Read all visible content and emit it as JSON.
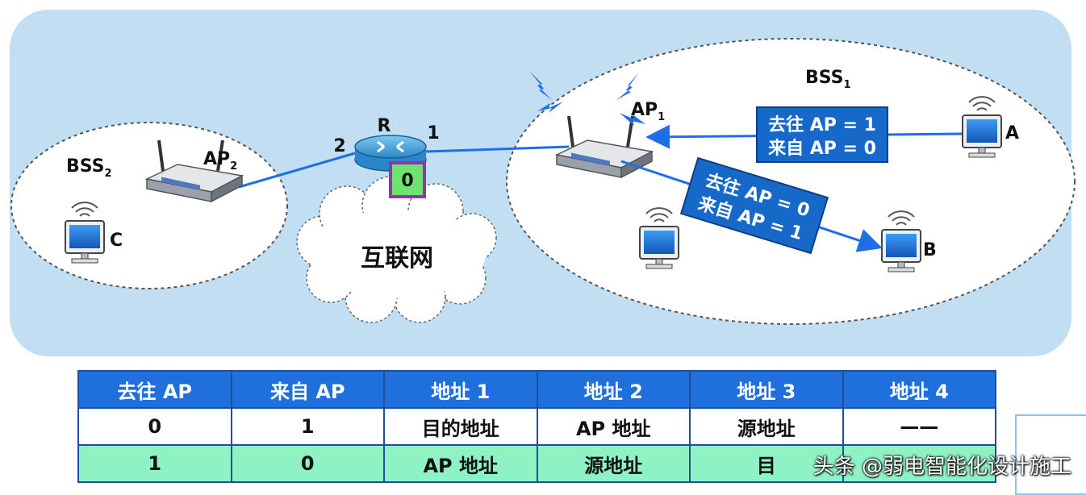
{
  "labels": {
    "bss1": "BSS",
    "bss1_sub": "1",
    "bss2": "BSS",
    "bss2_sub": "2",
    "ap1": "AP",
    "ap1_sub": "1",
    "ap2": "AP",
    "ap2_sub": "2",
    "router": "R",
    "port1": "1",
    "port2": "2",
    "port0": "0",
    "internet": "互联网",
    "host_a": "A",
    "host_b": "B",
    "host_c": "C"
  },
  "frames": {
    "a_to_ap": [
      "去往 AP = 1",
      "来自 AP = 0"
    ],
    "ap_to_b": [
      "去往 AP = 0",
      "来自 AP = 1"
    ]
  },
  "table": {
    "headers": [
      "去往 AP",
      "来自 AP",
      "地址 1",
      "地址 2",
      "地址 3",
      "地址 4"
    ],
    "rows": [
      [
        "0",
        "1",
        "目的地址",
        "AP 地址",
        "源地址",
        "——"
      ],
      [
        "1",
        "0",
        "AP 地址",
        "源地址",
        "目",
        ""
      ]
    ]
  },
  "watermark": "头条 @弱电智能化设计施工",
  "colors": {
    "background_panel": "#c2def3",
    "header_blue": "#1f6fdc",
    "row2_green": "#8ff2c4",
    "frame_blue": "#1669c9",
    "port_box": "#9a2fb0",
    "port_fill": "#6fe36f"
  }
}
